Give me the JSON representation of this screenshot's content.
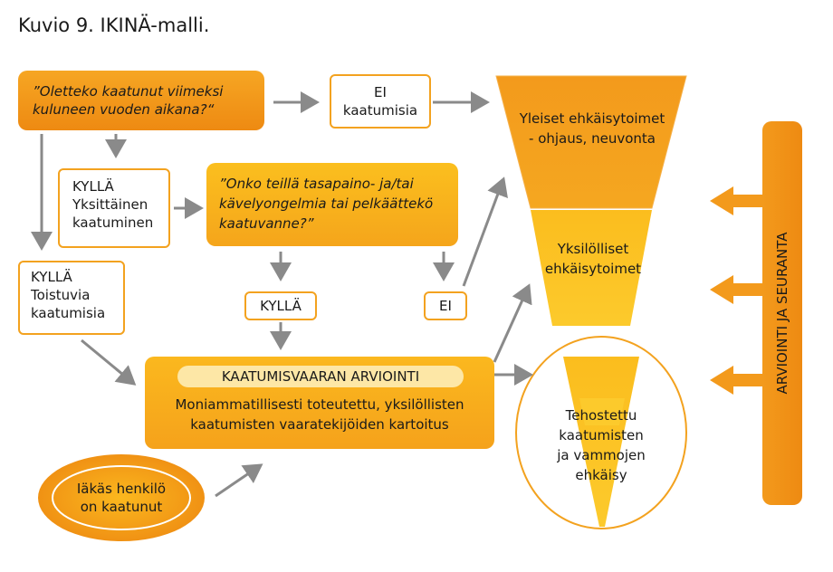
{
  "title": "Kuvio 9. IKINÄ-malli.",
  "q1": "”Oletteko kaatunut viimeksi\nkuluneen vuoden aikana?“",
  "ei_falls": "EI\nkaatumisia",
  "single": "KYLLÄ\nYksittäinen\nkaatuminen",
  "q2": "”Onko teillä tasapaino- ja/tai\nkävelyongelmia tai pelkäättekö\nkaatuvanne?”",
  "repeated": "KYLLÄ\nToistuvia\nkaatumisia",
  "kylla": "KYLLÄ",
  "ei": "EI",
  "assessment": {
    "heading": "KAATUMISVAARAN ARVIOINTI",
    "body": "Moniammatillisesti toteutettu, yksilöllisten\nkaatumisten vaaratekijöiden kartoitus"
  },
  "elderly": "Iäkäs henkilö\non kaatunut",
  "funnel": {
    "general": "Yleiset ehkäisytoimet\n- ohjaus, neuvonta",
    "individual": "Yksilölliset\nehkäisytoimet",
    "intensified": "Tehostettu\nkaatumisten\nja vammojen\nehkäisy"
  },
  "side_bar": "ARVIOINTI JA SEURANTA",
  "colors": {
    "orange": "#f29418",
    "yellow": "#fbbd1e",
    "border": "#f3a21f",
    "arrow_gray": "#8a8a8a"
  }
}
